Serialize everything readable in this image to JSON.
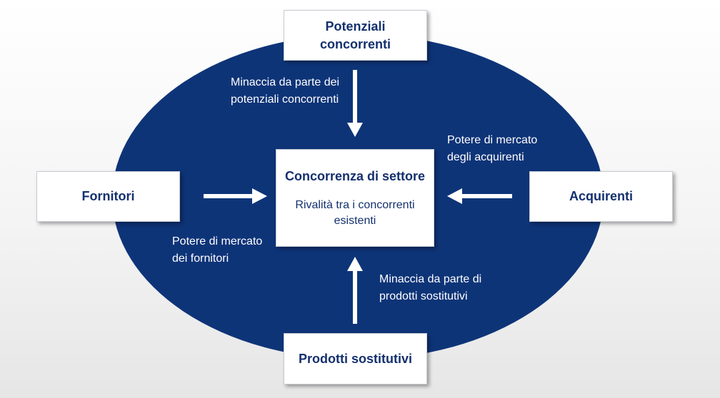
{
  "boxes": {
    "top": "Potenziali concorrenti",
    "left": "Fornitori",
    "right": "Acquirenti",
    "bottom": "Prodotti sostitutivi",
    "center_title": "Concorrenza di settore",
    "center_subtitle": "Rivalità tra i concorrenti esistenti"
  },
  "labels": {
    "top_arrow": "Minaccia da parte dei potenziali concorrenti",
    "right_arrow": "Potere di mercato degli acquirenti",
    "left_arrow": "Potere di mercato dei fornitori",
    "bottom_arrow": "Minaccia da parte di prodotti sostitutivi"
  },
  "colors": {
    "ellipse": "#0e3478",
    "box_text": "#14306e",
    "arrow": "#ffffff"
  }
}
